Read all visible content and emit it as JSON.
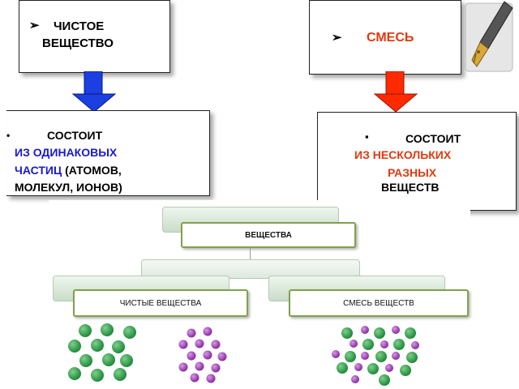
{
  "top_left": {
    "bullet": "➢",
    "line1": "ЧИСТОЕ",
    "line2": "ВЕЩЕСТВО"
  },
  "top_right": {
    "bullet": "➢",
    "label": "СМЕСЬ"
  },
  "mid_left": {
    "bullet": "•",
    "line1": "СОСТОИТ",
    "line2": "ИЗ ОДИНАКОВЫХ",
    "line3_blue": "ЧАСТИЦ",
    "line3_rest": " (АТОМОВ,",
    "line4": "МОЛЕКУЛ,  ИОНОВ)"
  },
  "mid_right": {
    "bullet": "▪",
    "line1": "СОСТОИТ",
    "line2": "ИЗ НЕСКОЛЬКИХ",
    "line3": "РАЗНЫХ",
    "line4": "ВЕЩЕСТВ"
  },
  "diagram": {
    "root": "ВЕЩЕСТВА",
    "left_child": "ЧИСТЫЕ ВЕЩЕСТВА",
    "right_child": "СМЕСЬ ВЕЩЕСТВ"
  },
  "colors": {
    "blue_text": "#1a1ad0",
    "red_text": "#e03a10",
    "blue_arrow": "#1b3fe0",
    "red_arrow": "#ff2a00",
    "green_particle": "#1f8a3c",
    "purple_particle": "#8a2aa0"
  },
  "icons": [
    "fountain-pen-icon",
    "arrow-down-icon"
  ]
}
